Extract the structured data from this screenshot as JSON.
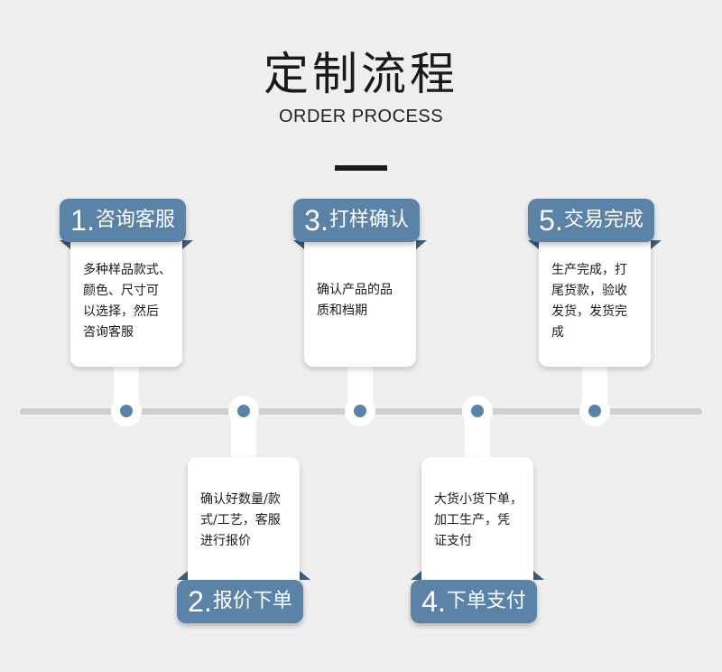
{
  "header": {
    "title": "定制流程",
    "subtitle": "ORDER PROCESS"
  },
  "colors": {
    "accent": "#5b82a7",
    "accent_dark": "#3d5f80",
    "timeline": "#cfcfcf",
    "background": "#efefef"
  },
  "steps": [
    {
      "num": "1",
      "label": "咨询客服",
      "desc_lines": [
        "多种样品款式、",
        "颜色、尺寸可",
        "以选择，然后",
        "咨询客服"
      ]
    },
    {
      "num": "2",
      "label": "报价下单",
      "desc_lines": [
        "确认好数量/款",
        "式/工艺，客服",
        "进行报价"
      ]
    },
    {
      "num": "3",
      "label": "打样确认",
      "desc_lines": [
        "确认产品的品",
        "质和档期"
      ]
    },
    {
      "num": "4",
      "label": "下单支付",
      "desc_lines": [
        "大货小货下单，",
        "加工生产，凭",
        "证支付"
      ]
    },
    {
      "num": "5",
      "label": "交易完成",
      "desc_lines": [
        "生产完成，打",
        "尾货款，验收",
        "发货，发货完",
        "成"
      ]
    }
  ]
}
